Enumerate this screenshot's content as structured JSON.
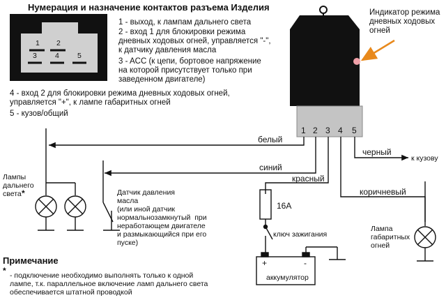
{
  "title": "Нумерация и назначение контактов разъема Изделия",
  "connector": {
    "pins": [
      "1",
      "2",
      "3",
      "4",
      "5"
    ]
  },
  "descriptions": {
    "d1": "1 - выход, к лампам дальнего света",
    "d2": "2 - вход 1 для блокировки режима\nдневных ходовых огней, управляется \"-\",\nк датчику давления масла",
    "d3": "3 - ACC (к цепи, бортовое напряжение\nна которой присутствует только при\nзаведенном двигателе)",
    "d4": "4 - вход 2 для блокировки режима дневных ходовых огней,\nуправляется \"+\", к лампе габаритных огней",
    "d5": "5 - кузов/общий"
  },
  "indicator_label": "Индикатор режима\nдневных ходовых\nогней",
  "module_pins": [
    "1",
    "2",
    "3",
    "4",
    "5"
  ],
  "wires": {
    "white": "белый",
    "blue": "синий",
    "red": "красный",
    "black": "черный",
    "brown": "коричневый",
    "to_body": "к кузову"
  },
  "labels": {
    "high_beam": "Лампы\nдальнего\nсвета",
    "asterisk": "*",
    "sensor": "Датчик давления\nмасла\n(или иной датчик\nнормальнозамкнутый  при\nнеработающем двигателе\nи размыкающийся при его\nпуске)",
    "fuse": "16A",
    "ignition": "ключ зажигания",
    "battery": "аккумулятор",
    "plus": "+",
    "minus": "-",
    "parking_lamp": "Лампа\nгабаритных\nогней"
  },
  "note": {
    "heading": "Примечание",
    "star": "*",
    "text": "- подключение необходимо выполнять только к одной\nлампе, т.к. параллельное включение ламп дальнего света\nобеспечивается штатной проводкой"
  },
  "colors": {
    "module": "#111111",
    "connector_housing": "#b9b9b9",
    "indicator": "#f0a0a8",
    "arrow": "#e8891c"
  }
}
